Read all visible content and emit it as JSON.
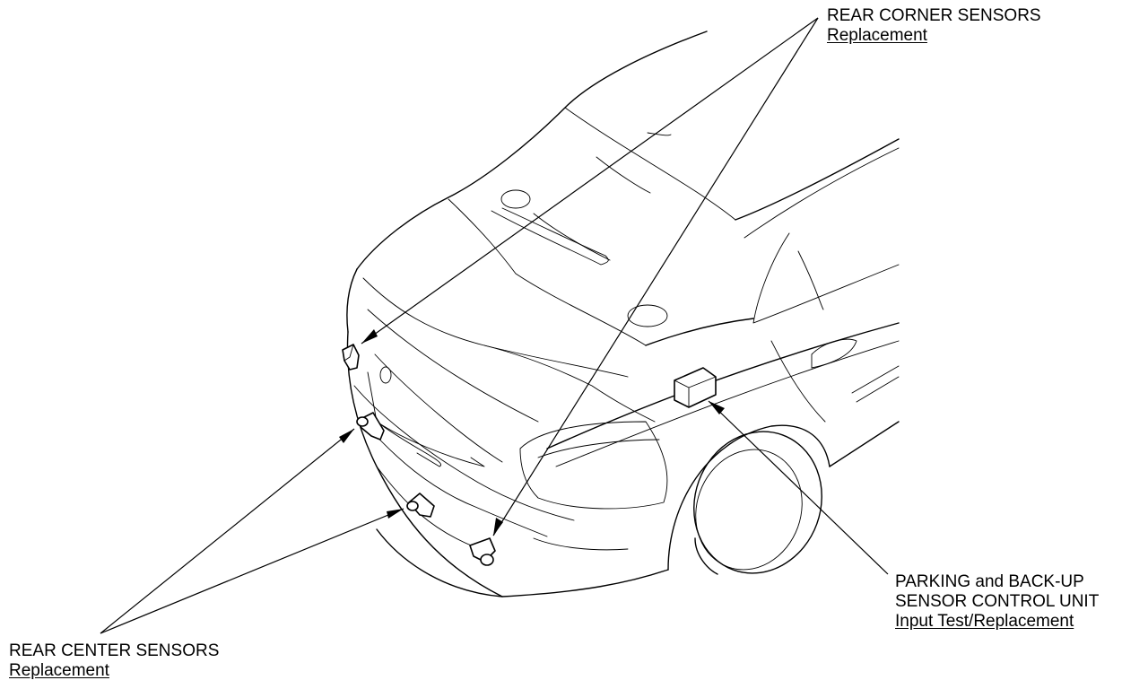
{
  "callouts": {
    "rear_corner": {
      "title": "REAR CORNER SENSORS",
      "link": "Replacement"
    },
    "control_unit": {
      "line1": "PARKING and BACK-UP",
      "line2": "SENSOR CONTROL UNIT",
      "link": "Input Test/Replacement"
    },
    "rear_center": {
      "title": "REAR CENTER SENSORS",
      "link": "Replacement"
    }
  }
}
